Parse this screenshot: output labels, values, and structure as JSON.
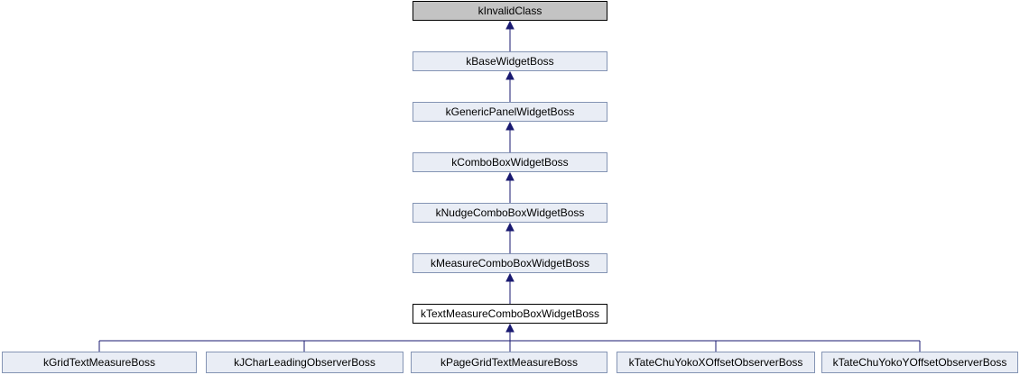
{
  "diagram": {
    "kind": "class-inheritance-graph",
    "chain": [
      {
        "label": "kInvalidClass",
        "style": "external"
      },
      {
        "label": "kBaseWidgetBoss",
        "style": "linked"
      },
      {
        "label": "kGenericPanelWidgetBoss",
        "style": "linked"
      },
      {
        "label": "kComboBoxWidgetBoss",
        "style": "linked"
      },
      {
        "label": "kNudgeComboBoxWidgetBoss",
        "style": "linked"
      },
      {
        "label": "kMeasureComboBoxWidgetBoss",
        "style": "linked"
      },
      {
        "label": "kTextMeasureComboBoxWidgetBoss",
        "style": "current"
      }
    ],
    "children": [
      {
        "label": "kGridTextMeasureBoss"
      },
      {
        "label": "kJCharLeadingObserverBoss"
      },
      {
        "label": "kPageGridTextMeasureBoss"
      },
      {
        "label": "kTateChuYokoXOffsetObserverBoss"
      },
      {
        "label": "kTateChuYokoYOffsetObserverBoss"
      }
    ]
  },
  "colors": {
    "background": "#ffffff",
    "edge": "#191970",
    "linked_fill": "#e9edf5",
    "linked_border": "#8494b4",
    "external_fill": "#c3c3c3",
    "external_border": "#000000",
    "current_fill": "#ffffff",
    "current_border": "#000000",
    "text": "#000000"
  }
}
